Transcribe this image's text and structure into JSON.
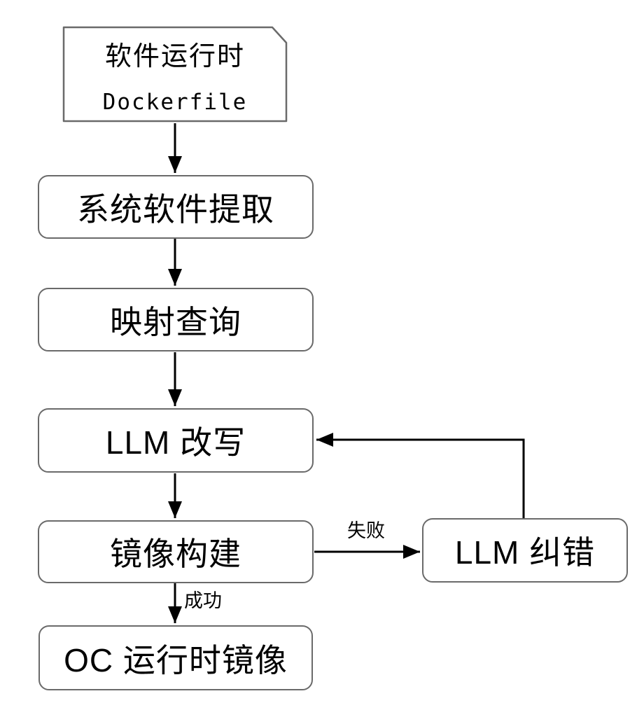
{
  "colors": {
    "box_border": "#6a6a6a",
    "arrow": "#000000",
    "text": "#000000",
    "bg": "#ffffff"
  },
  "nodes": {
    "dockerfile": {
      "line1": "软件运行时",
      "line2": "Dockerfile",
      "shape": "document"
    },
    "extract": {
      "label": "系统软件提取",
      "shape": "rounded-rect"
    },
    "mapping": {
      "label": "映射查询",
      "shape": "rounded-rect"
    },
    "rewrite": {
      "label": "LLM 改写",
      "shape": "rounded-rect"
    },
    "build": {
      "label": "镜像构建",
      "shape": "rounded-rect"
    },
    "correct": {
      "label": "LLM 纠错",
      "shape": "rounded-rect"
    },
    "runtime_image": {
      "label": "OC 运行时镜像",
      "shape": "rounded-rect"
    }
  },
  "edges": [
    {
      "from": "dockerfile",
      "to": "extract",
      "label": ""
    },
    {
      "from": "extract",
      "to": "mapping",
      "label": ""
    },
    {
      "from": "mapping",
      "to": "rewrite",
      "label": ""
    },
    {
      "from": "rewrite",
      "to": "build",
      "label": ""
    },
    {
      "from": "build",
      "to": "correct",
      "label": "失败"
    },
    {
      "from": "build",
      "to": "runtime_image",
      "label": "成功"
    },
    {
      "from": "correct",
      "to": "rewrite",
      "label": ""
    }
  ]
}
